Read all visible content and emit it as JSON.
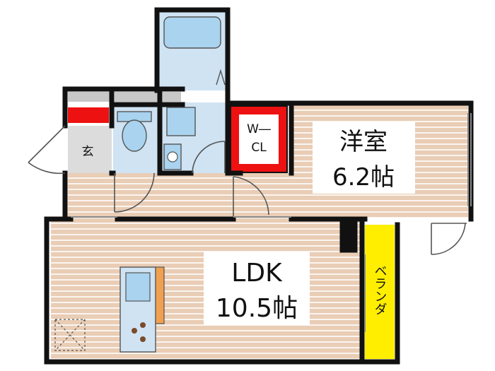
{
  "rooms": {
    "western": {
      "name": "洋室",
      "size": "6.2帖"
    },
    "ldk": {
      "name": "LDK",
      "size": "10.5帖"
    },
    "closet": {
      "line1": "W―",
      "line2": "CL"
    },
    "entrance": {
      "name": "玄"
    },
    "balcony": {
      "name": "ベランダ"
    }
  },
  "colors": {
    "wall": "#111111",
    "floor": "#e9cdb5",
    "floor_stripe": "#ffffff",
    "wet_area": "#cfe3f3",
    "fixture": "#a9d3ef",
    "storage_red": "#ee1111",
    "balcony_yellow": "#ffee00",
    "entry_grey": "#dcdcdc",
    "sash_grey": "#c8c8c8"
  },
  "icons": [
    "door-swing-icon",
    "bathtub-icon",
    "toilet-icon",
    "washbasin-icon",
    "washer-pan-icon",
    "sink-icon",
    "stove-icon",
    "refrigerator-space-icon"
  ]
}
